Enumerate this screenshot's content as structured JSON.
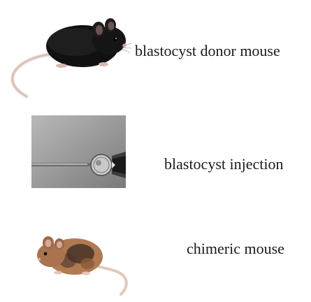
{
  "steps": [
    {
      "label": "blastocyst donor mouse",
      "image": "black-mouse-icon"
    },
    {
      "label": "blastocyst injection",
      "image": "micropipette-injection-icon"
    },
    {
      "label": "chimeric mouse",
      "image": "agouti-mouse-icon"
    }
  ],
  "colors": {
    "donor_fur": "#111111",
    "chimeric_fur": "#b07a52",
    "injection_bg": "#9a9a9a",
    "text": "#1a1a1a"
  }
}
